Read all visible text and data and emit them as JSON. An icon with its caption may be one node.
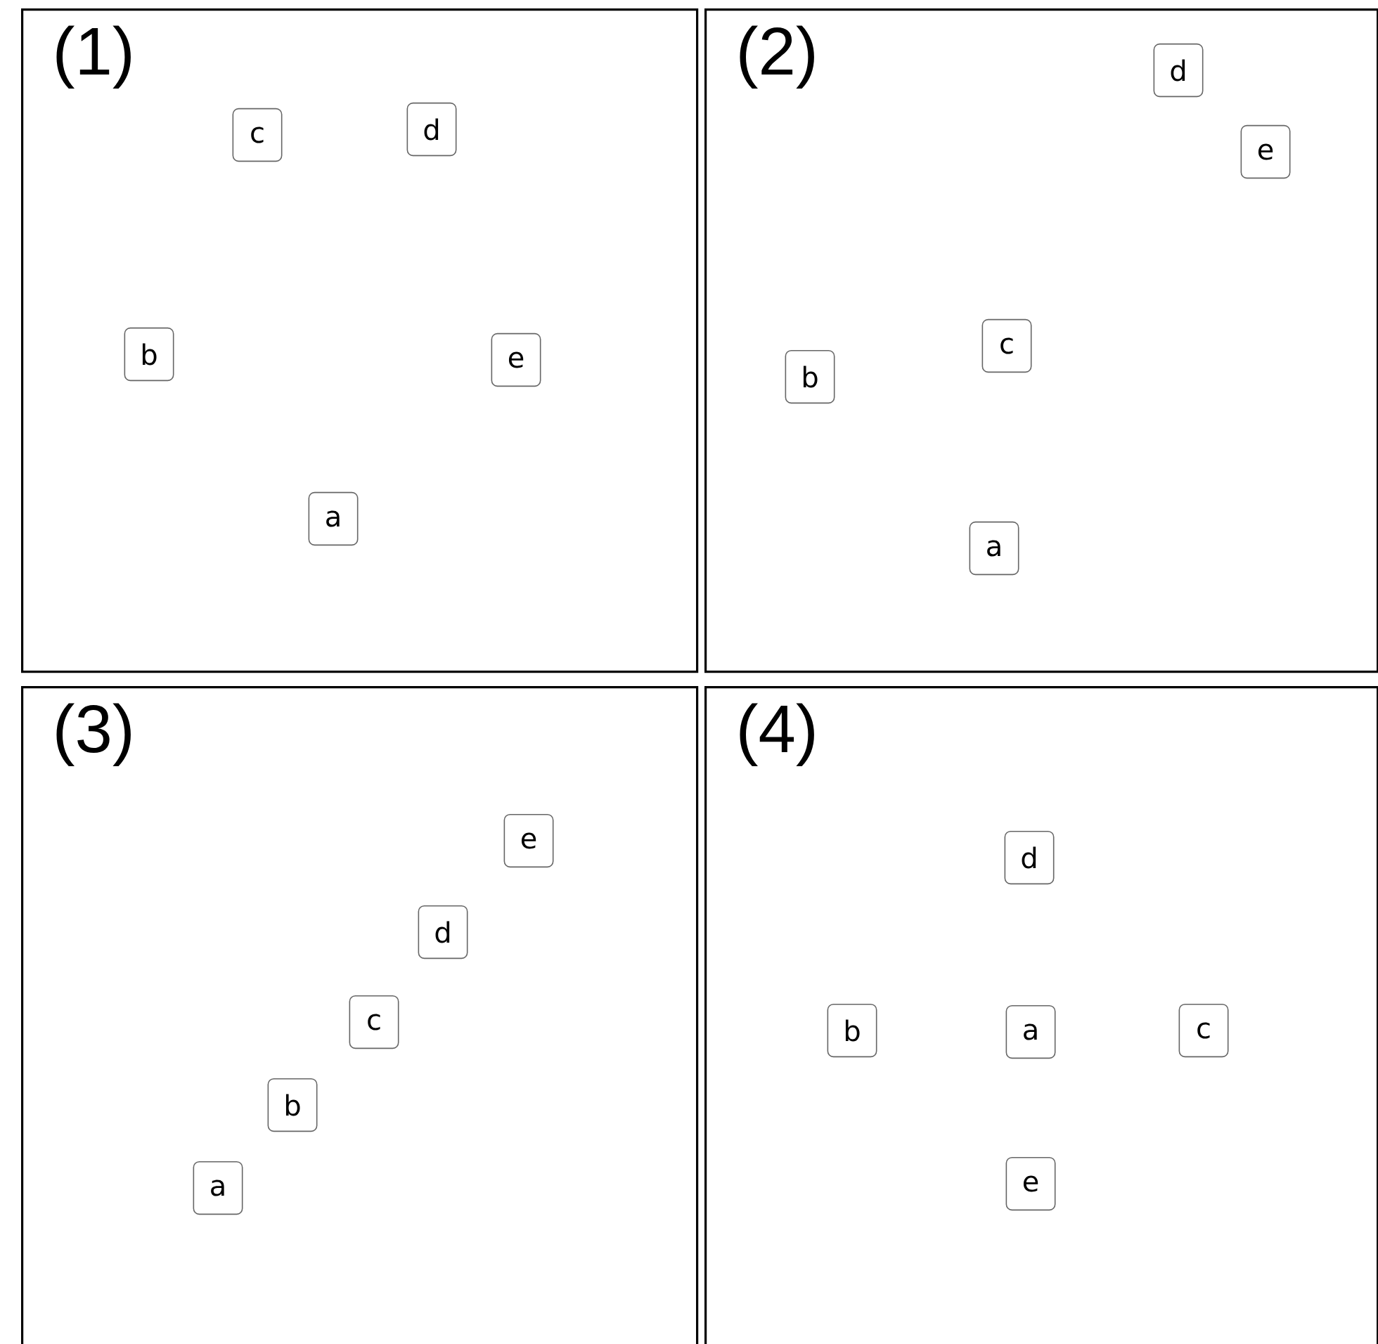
{
  "diagram": {
    "nodes": [
      {
        "text": [
          "(1)"
        ]
      },
      {
        "text": [
          "c"
        ],
        "in": 0
      },
      {
        "text": [
          "d"
        ],
        "in": 0
      },
      {
        "text": [
          "b"
        ],
        "in": 0
      },
      {
        "text": [
          "e"
        ],
        "in": 0
      },
      {
        "text": [
          "a"
        ],
        "in": 0
      },
      {
        "text": [
          "(2)"
        ]
      },
      {
        "text": [
          "d"
        ],
        "in": 6
      },
      {
        "text": [
          "e"
        ],
        "in": 6
      },
      {
        "text": [
          "c"
        ],
        "in": 6
      },
      {
        "text": [
          "b"
        ],
        "in": 6
      },
      {
        "text": [
          "a"
        ],
        "in": 6
      },
      {
        "text": [
          "(3)"
        ]
      },
      {
        "text": [
          "e"
        ],
        "in": 12
      },
      {
        "text": [
          "d"
        ],
        "in": 12
      },
      {
        "text": [
          "c"
        ],
        "in": 12
      },
      {
        "text": [
          "b"
        ],
        "in": 12
      },
      {
        "text": [
          "a"
        ],
        "in": 12
      },
      {
        "text": [
          "(4)"
        ]
      },
      {
        "text": [
          "d"
        ],
        "in": 18
      },
      {
        "text": [
          "b"
        ],
        "in": 18
      },
      {
        "text": [
          "a"
        ],
        "in": 18
      },
      {
        "text": [
          "c"
        ],
        "in": 18
      },
      {
        "text": [
          "e"
        ],
        "in": 18
      }
    ]
  }
}
